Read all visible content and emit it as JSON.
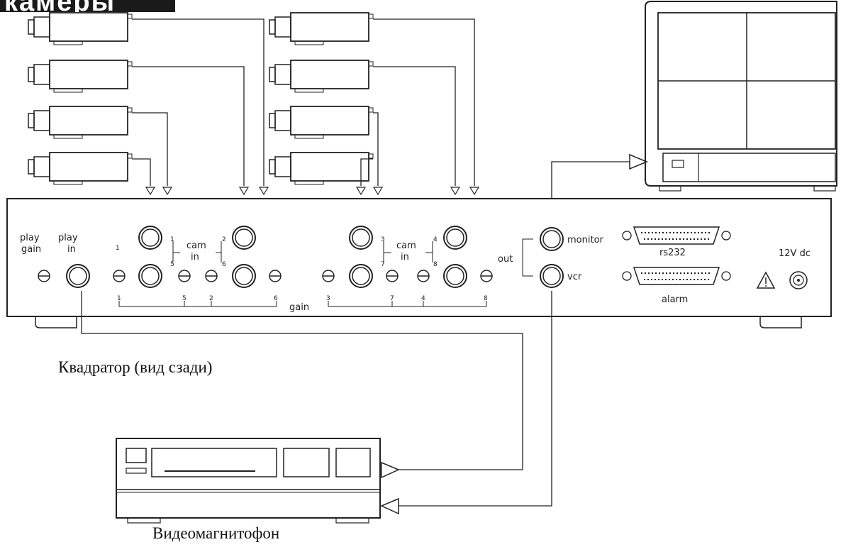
{
  "header": {
    "title": "камеры"
  },
  "captions": {
    "quad": "Квадратор (вид сзади)",
    "vcr": "Видеомагнитофон"
  },
  "panel_labels": {
    "play_gain": [
      "play",
      "gain"
    ],
    "play_in": [
      "play",
      "in"
    ],
    "cam": "cam",
    "in": "in",
    "gain": "gain",
    "out": "out",
    "monitor": "monitor",
    "vcr": "vcr",
    "rs232": "rs232",
    "alarm": "alarm",
    "power": "12V  dc"
  },
  "channel_numbers": {
    "top_left": [
      "1",
      "1",
      "2",
      "5",
      "6"
    ],
    "top_right": [
      "3",
      "4",
      "7",
      "8"
    ],
    "gain_left": [
      "1",
      "5",
      "2",
      "6"
    ],
    "gain_right": [
      "3",
      "7",
      "4",
      "8"
    ]
  },
  "colors": {
    "line": "#222222",
    "panel": "#ffffff",
    "header_bg": "#1a1a1a"
  }
}
